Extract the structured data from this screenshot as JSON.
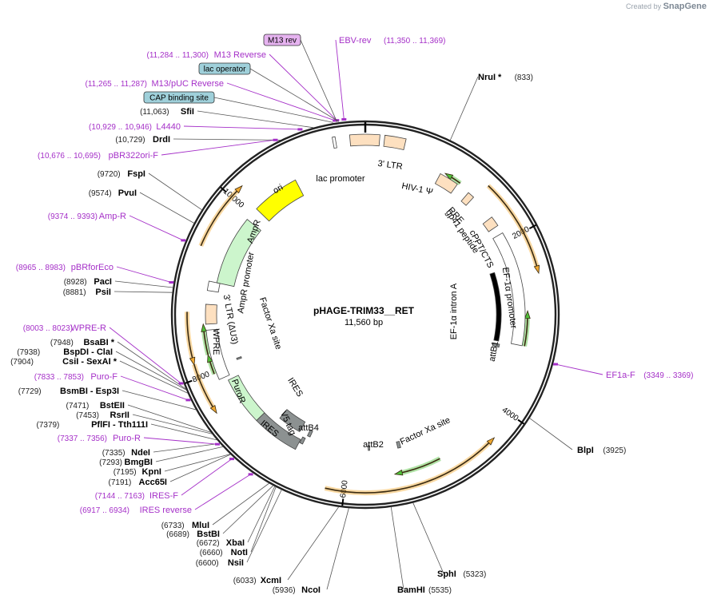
{
  "watermark": {
    "prefix": "Created by",
    "brand": "SnapGene"
  },
  "plasmid": {
    "name": "pHAGE-TRIM33__RET",
    "size_label": "11,560 bp",
    "length": 11560
  },
  "ticks": [
    {
      "pos": 2000,
      "label": "2000"
    },
    {
      "pos": 4000,
      "label": "4000"
    },
    {
      "pos": 6000,
      "label": "6000"
    },
    {
      "pos": 8000,
      "label": "8000"
    },
    {
      "pos": 10000,
      "label": "10,000"
    }
  ],
  "enzymes_right": [
    {
      "name": "NruI *",
      "pos": "(833)",
      "at": 833
    },
    {
      "name": "BlpI",
      "pos": "(3925)",
      "at": 3925
    },
    {
      "name": "SphI",
      "pos": "(5323)",
      "at": 5323
    },
    {
      "name": "BamHI",
      "pos": "(5535)",
      "at": 5535
    },
    {
      "name": "NcoI",
      "pos": "(5936)",
      "at": 5936
    },
    {
      "name": "XcmI",
      "pos": "(6033)",
      "at": 6033
    }
  ],
  "enzymes_left": [
    {
      "name": "NsiI",
      "pos": "(6600)",
      "at": 6600
    },
    {
      "name": "NotI",
      "pos": "(6660)",
      "at": 6660
    },
    {
      "name": "XbaI",
      "pos": "(6672)",
      "at": 6672
    },
    {
      "name": "BstBI",
      "pos": "(6689)",
      "at": 6689
    },
    {
      "name": "MluI",
      "pos": "(6733)",
      "at": 6733
    },
    {
      "name": "Acc65I",
      "pos": "(7191)",
      "at": 7191
    },
    {
      "name": "KpnI",
      "pos": "(7195)",
      "at": 7195
    },
    {
      "name": "BmgBI",
      "pos": "(7293)",
      "at": 7293
    },
    {
      "name": "NdeI",
      "pos": "(7335)",
      "at": 7335
    },
    {
      "name": "PflFI  - Tth111I",
      "pos": "(7379)",
      "at": 7379
    },
    {
      "name": "RsrII",
      "pos": "(7453)",
      "at": 7453
    },
    {
      "name": "BstEII",
      "pos": "(7471)",
      "at": 7471
    },
    {
      "name": "BsmBI  - Esp3I",
      "pos": "(7729)",
      "at": 7729
    },
    {
      "name": "CsiI  - SexAI *",
      "pos": "(7904)",
      "at": 7904
    },
    {
      "name": "BspDI  - ClaI",
      "pos": "(7938)",
      "at": 7938
    },
    {
      "name": "BsaBI *",
      "pos": "(7948)",
      "at": 7948
    },
    {
      "name": "PsiI",
      "pos": "(8881)",
      "at": 8881
    },
    {
      "name": "PacI",
      "pos": "(8928)",
      "at": 8928
    },
    {
      "name": "PvuI",
      "pos": "(9574)",
      "at": 9574
    },
    {
      "name": "FspI",
      "pos": "(9720)",
      "at": 9720
    },
    {
      "name": "DrdI",
      "pos": "(10,729)",
      "at": 10729
    },
    {
      "name": "SfiI",
      "pos": "(11,063)",
      "at": 11063
    }
  ],
  "primers": [
    {
      "name": "EBV-rev",
      "pos": "(11,350 .. 11,369)",
      "at": 11360
    },
    {
      "name": "M13 Reverse",
      "pos": "(11,284 .. 11,300)",
      "at": 11292
    },
    {
      "name": "M13/pUC Reverse",
      "pos": "(11,265 .. 11,287)",
      "at": 11276
    },
    {
      "name": "L4440",
      "pos": "(10,929 .. 10,946)",
      "at": 10938
    },
    {
      "name": "pBR322ori-F",
      "pos": "(10,676 .. 10,695)",
      "at": 10686
    },
    {
      "name": "Amp-R",
      "pos": "(9374 .. 9393)",
      "at": 9384
    },
    {
      "name": "pBRforEco",
      "pos": "(8965 .. 8983)",
      "at": 8974
    },
    {
      "name": "WPRE-R",
      "pos": "(8003 .. 8023)",
      "at": 8013
    },
    {
      "name": "Puro-F",
      "pos": "(7833 .. 7853)",
      "at": 7843
    },
    {
      "name": "Puro-R",
      "pos": "(7337 .. 7356)",
      "at": 7346
    },
    {
      "name": "IRES-F",
      "pos": "(7144 .. 7163)",
      "at": 7153
    },
    {
      "name": "IRES reverse",
      "pos": "(6917 .. 6934)",
      "at": 6925
    },
    {
      "name": "EF1a-F",
      "pos": "(3349 .. 3369)",
      "at": 3359
    }
  ],
  "boxed_features": [
    {
      "name": "M13 rev",
      "at": 11292
    },
    {
      "name": "lac operator",
      "at": 11310
    },
    {
      "name": "CAP binding site",
      "at": 11255
    }
  ],
  "features": [
    {
      "name": "3' LTR",
      "start": 11400,
      "end": 150
    },
    {
      "name": "HIV-1 Ψ",
      "start": 200,
      "end": 420
    },
    {
      "name": "RRE",
      "start": 900,
      "end": 1130
    },
    {
      "name": "gp41 peptide",
      "start": 1290,
      "end": 1370
    },
    {
      "name": "cPPT/CTS",
      "start": 1680,
      "end": 1800
    },
    {
      "name": "EF-1α promoter",
      "start": 1900,
      "end": 3250
    },
    {
      "name": "EF-1α intron A",
      "start": 2310,
      "end": 3250
    },
    {
      "name": "attB1",
      "start": 3290,
      "end": 3330
    },
    {
      "name": "attB2",
      "start": 5300,
      "end": 5340
    },
    {
      "name": "Factor Xa site",
      "start": 5720,
      "end": 5740
    },
    {
      "name": "attB4",
      "start": 6560,
      "end": 6600
    },
    {
      "name": "V5 tag",
      "start": 6610,
      "end": 6650
    },
    {
      "name": "IRES",
      "start": 6660,
      "end": 7250
    },
    {
      "name": "IRES",
      "start": 6720,
      "end": 7050
    },
    {
      "name": "PuroR",
      "start": 7250,
      "end": 7850
    },
    {
      "name": "WPRE",
      "start": 7900,
      "end": 8490
    },
    {
      "name": "3' LTR (ΔU3)",
      "start": 8560,
      "end": 8790
    },
    {
      "name": "Factor Xa site",
      "start": 8050,
      "end": 8070
    },
    {
      "name": "AmpR promoter",
      "start": 8950,
      "end": 9060
    },
    {
      "name": "AmpR",
      "start": 9060,
      "end": 9920
    },
    {
      "name": "ori",
      "start": 10090,
      "end": 10680
    },
    {
      "name": "lac promoter",
      "start": 11220,
      "end": 11250
    }
  ],
  "orfs": [
    {
      "start": 1400,
      "end": 2400,
      "dir": 1
    },
    {
      "start": 4350,
      "end": 6200,
      "dir": -1
    },
    {
      "start": 7650,
      "end": 8150,
      "dir": -1
    },
    {
      "start": 8200,
      "end": 8700,
      "dir": -1
    },
    {
      "start": 9400,
      "end": 10100,
      "dir": 1
    },
    {
      "start": 1010,
      "end": 1150,
      "dir": -1
    },
    {
      "start": 2910,
      "end": 3250,
      "dir": -1
    },
    {
      "start": 4900,
      "end": 5380,
      "dir": 1
    },
    {
      "start": 7980,
      "end": 8150,
      "dir": 1
    },
    {
      "start": 8210,
      "end": 8500,
      "dir": 1
    }
  ],
  "colors": {
    "promoter_fill": "#ffffff",
    "ltr_fill": "#fde0c0",
    "gene_fill": "#ccf5cc",
    "ori_fill": "#ffff00",
    "ires_fill": "#8c9191",
    "primer": "#a530c8",
    "orf": "#f0a830",
    "orf_green": "#4fc03a",
    "boxed_purple": "#e6b3f0",
    "boxed_teal": "#9fd0da"
  }
}
